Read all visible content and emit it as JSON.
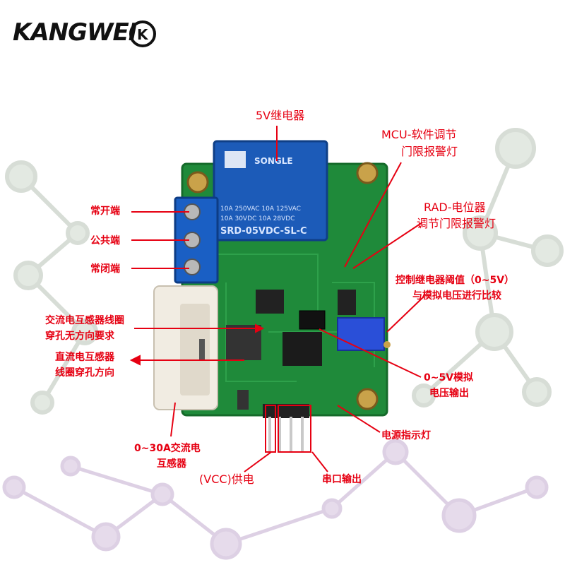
{
  "brand": {
    "name": "KANGWEI",
    "badge": "K"
  },
  "colors": {
    "label": "#e60012",
    "pcb": "#1f8a3a",
    "relay": "#1c5bb8",
    "terminal": "#1a5fc4",
    "network": "#cfd8d0",
    "network_purple": "#d8c8e0"
  },
  "labels": {
    "relay": "5V继电器",
    "mcu_line1": "MCU-软件调节",
    "mcu_line2": "门限报警灯",
    "rad_line1": "RAD-电位器",
    "rad_line2": "调节门限报警灯",
    "no": "常开端",
    "com": "公共端",
    "nc": "常闭端",
    "threshold_line1": "控制继电器阈值（0~5V）",
    "threshold_line2": "与模拟电压进行比较",
    "ac_line1": "交流电互感器线圈",
    "ac_line2": "穿孔无方向要求",
    "dc_line1": "直流电互感器",
    "dc_line2": "线圈穿孔方向",
    "analog_line1": "0~5V模拟",
    "analog_line2": "电压输出",
    "power_led": "电源指示灯",
    "sensor_line1": "0~30A交流电",
    "sensor_line2": "互感器",
    "vcc": "(VCC)供电",
    "serial": "串口输出"
  },
  "relay_print": {
    "brand": "SONGLE",
    "rating1": "10A 250VAC  10A 125VAC",
    "rating2": "10A  30VDC  10A  28VDC",
    "model": "SRD-05VDC-SL-C"
  }
}
